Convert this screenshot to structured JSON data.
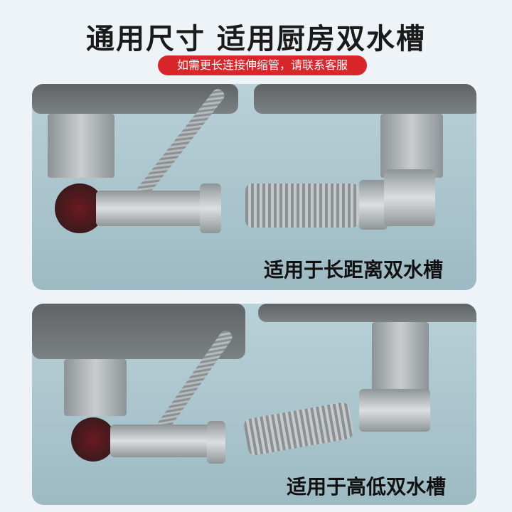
{
  "title": "通用尺寸 适用厨房双水槽",
  "banner": "如需更长连接伸缩管，请联系客服",
  "panels": [
    {
      "label": "适用于长距离双水槽"
    },
    {
      "label": "适用于高低双水槽"
    }
  ]
}
